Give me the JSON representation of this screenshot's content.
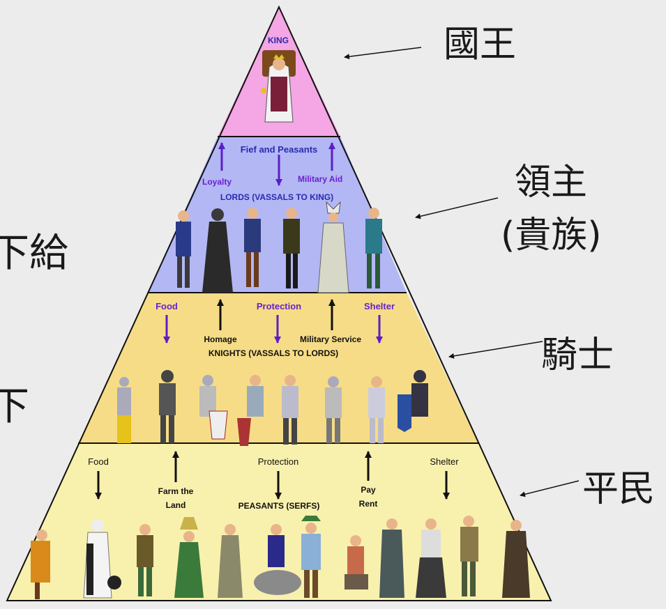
{
  "colors": {
    "king_tier": "#f5a6e4",
    "lords_tier": "#b3b7f4",
    "knights_tier": "#f6dc86",
    "peasants_tier": "#f8f0ad",
    "arrow_purple": "#5a1fc4",
    "label_blue": "#2a2ab0",
    "label_purple": "#6a1fd0",
    "outline": "#111111",
    "background": "#ececec"
  },
  "pyramid": {
    "king": {
      "title": "KING"
    },
    "lords": {
      "fief_label": "Fief and Peasants",
      "loyalty_label": "Loyalty",
      "military_aid_label": "Military Aid",
      "title": "LORDS (VASSALS TO KING)"
    },
    "knights": {
      "food_label": "Food",
      "protection_label": "Protection",
      "shelter_label": "Shelter",
      "homage_label": "Homage",
      "military_service_label": "Military Service",
      "title": "KNIGHTS (VASSALS TO LORDS)"
    },
    "peasants": {
      "food_label": "Food",
      "protection_label": "Protection",
      "shelter_label": "Shelter",
      "farm_label_1": "Farm the",
      "farm_label_2": "Land",
      "pay_label_1": "Pay",
      "pay_label_2": "Rent",
      "title": "PEASANTS (SERFS)"
    }
  },
  "annotations": {
    "king": "國王",
    "lords_1": "領主",
    "lords_2": "(貴族)",
    "knights": "騎士",
    "peasants": "平民",
    "left_cut_1": "下給",
    "left_cut_2": "下"
  }
}
